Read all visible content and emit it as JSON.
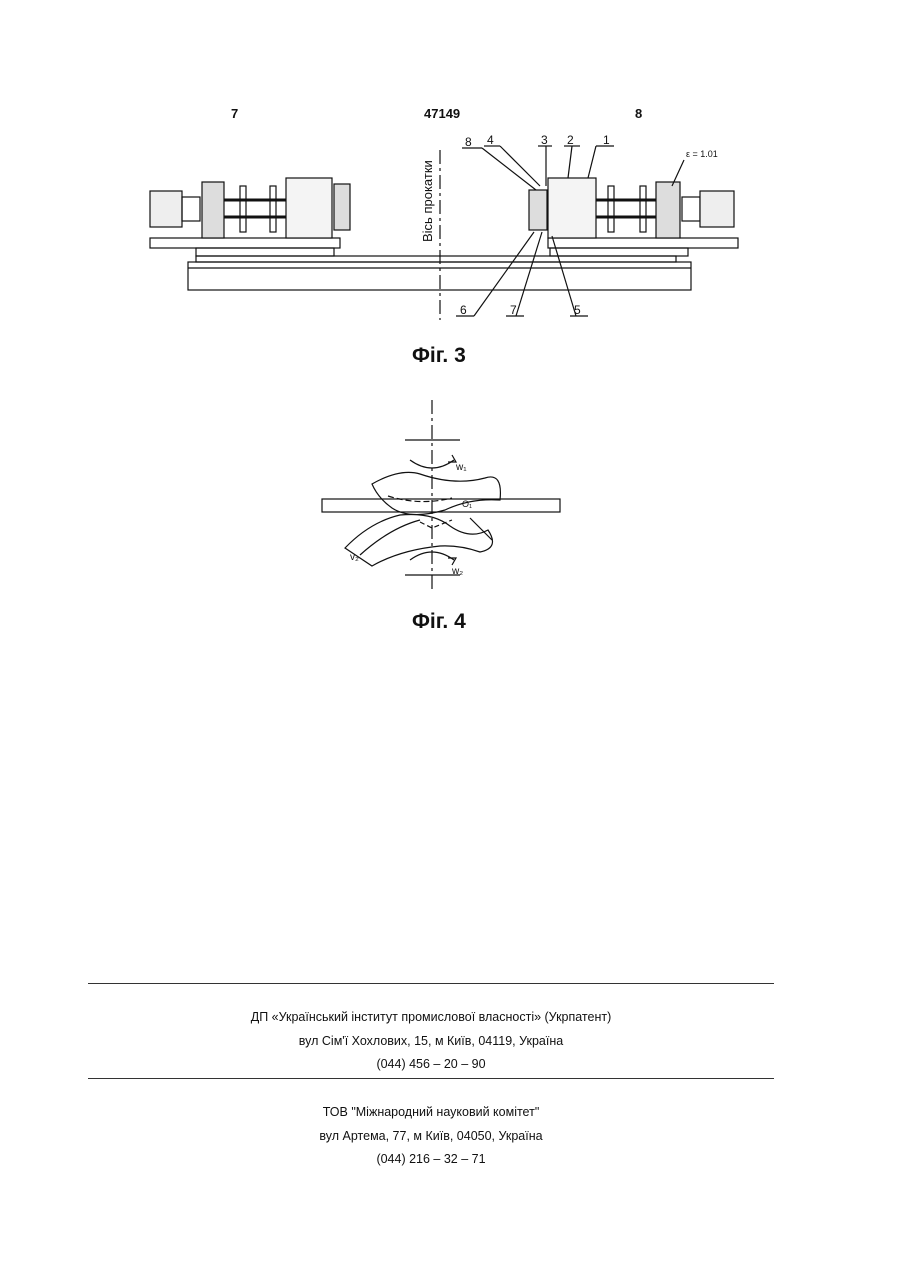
{
  "header": {
    "page_left": "7",
    "patent_number": "47149",
    "page_right": "8"
  },
  "figure3": {
    "caption": "Фіг. 3",
    "axis_label": "Вісь прокатки",
    "callouts": [
      "8",
      "4",
      "3",
      "2",
      "1",
      "6",
      "7",
      "5"
    ],
    "note": "ε = 1.01"
  },
  "figure4": {
    "caption": "Фіг. 4",
    "labels": {
      "w1": "w₁",
      "w2": "w₂",
      "v2": "v₂",
      "o1": "O₁"
    }
  },
  "footer": {
    "org1": "ДП «Український інститут промислової власності» (Укрпатент)",
    "addr1": "вул  Сім'ї Хохлових, 15, м  Київ, 04119, Україна",
    "phone1": "(044) 456 – 20 –  90",
    "org2": "ТОВ \"Міжнародний науковий комітет\"",
    "addr2": "вул  Артема, 77, м  Київ, 04050, Україна",
    "phone2": "(044) 216 – 32 – 71"
  }
}
